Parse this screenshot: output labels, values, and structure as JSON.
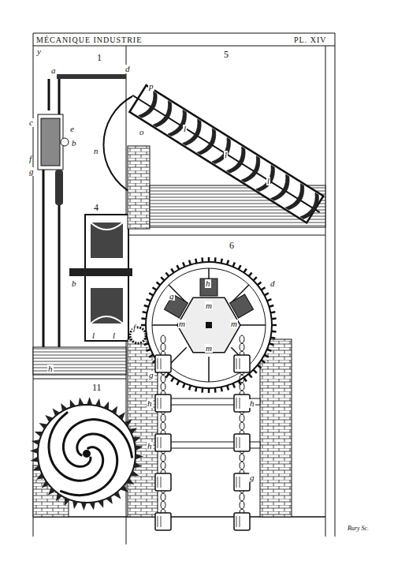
{
  "diagram": {
    "title": "MÉCANIQUE INDUSTRIE",
    "labels": [
      "y",
      "1",
      "a",
      "d",
      "c",
      "e",
      "b",
      "f",
      "g",
      "h",
      "4",
      "b",
      "l",
      "l",
      "5",
      "p",
      "n",
      "o",
      "l",
      "l",
      "l",
      "6",
      "h",
      "d",
      "g",
      "m",
      "m",
      "m",
      "m",
      "f",
      "g",
      "h",
      "h",
      "h",
      "g",
      "11",
      "Bury Sc.",
      "PL. XIV"
    ]
  }
}
